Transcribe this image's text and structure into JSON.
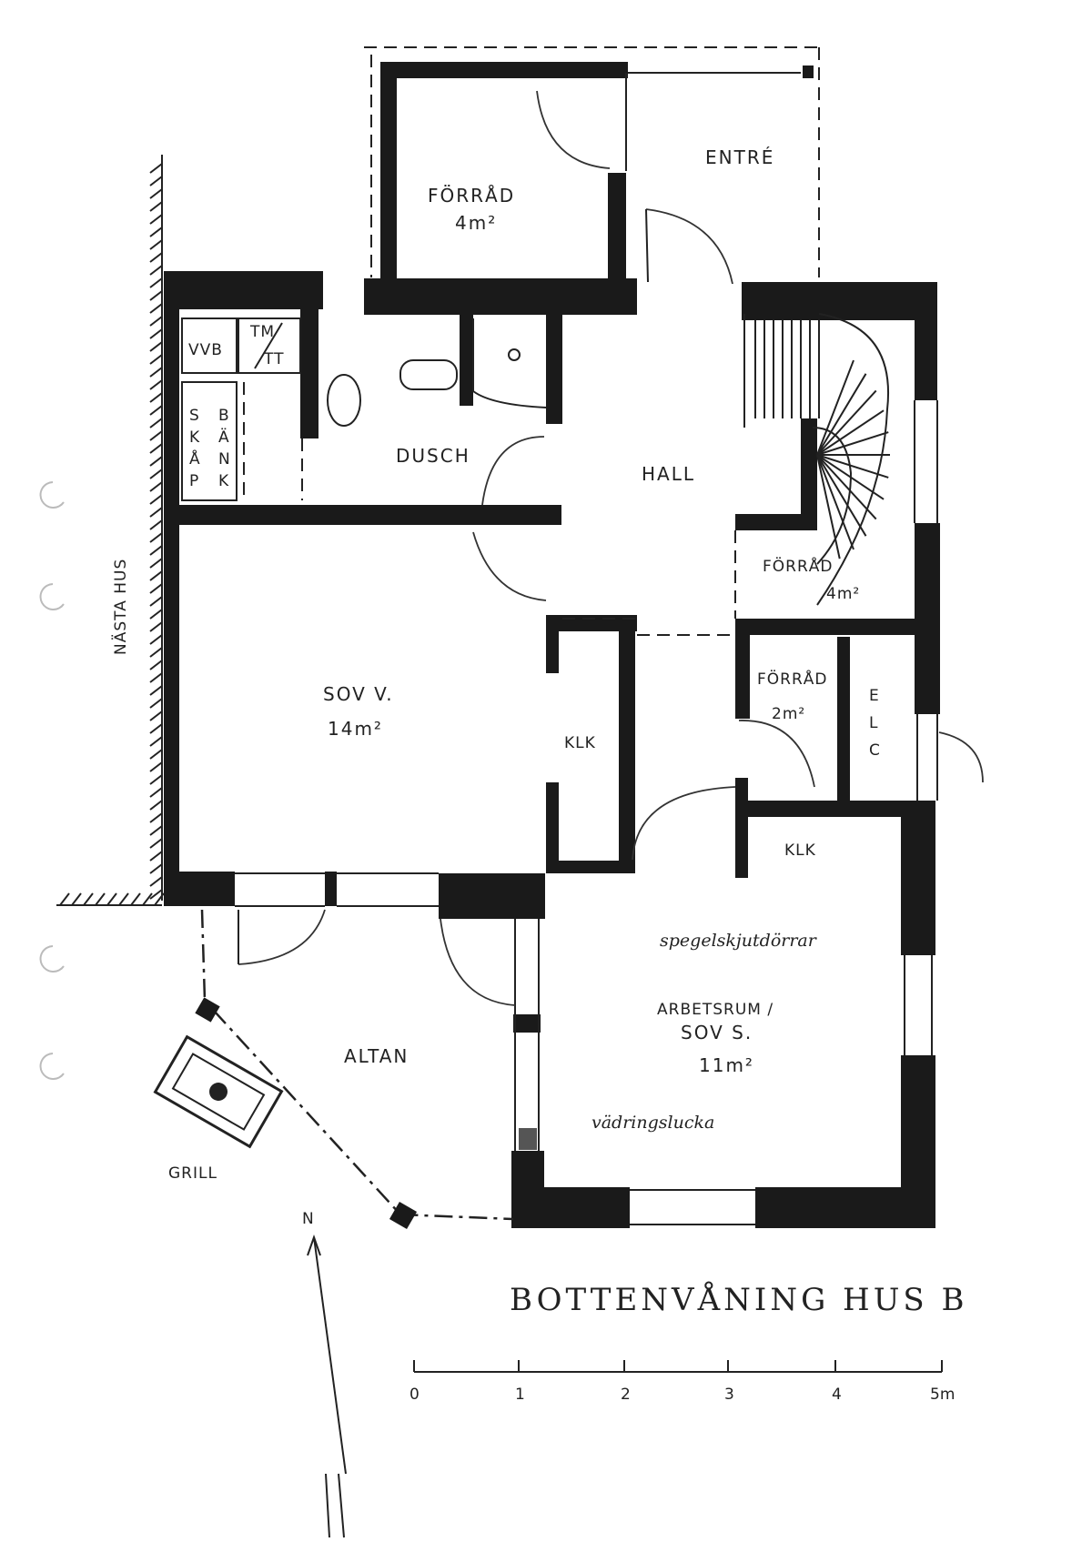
{
  "title": "BOTTENVÅNING HUS B",
  "neighbor_label": "NÄSTA HUS",
  "rooms": {
    "forrad_top": {
      "name": "FÖRRÅD",
      "area": "4m²"
    },
    "entre": {
      "name": "ENTRÉ"
    },
    "vvb": {
      "name": "VVB"
    },
    "tmtt": {
      "top": "TM",
      "bottom": "TT"
    },
    "skap": {
      "col1": "SKÅP",
      "col2": "BÄNK"
    },
    "dusch": {
      "name": "DUSCH"
    },
    "hall": {
      "name": "HALL"
    },
    "forrad_stair": {
      "name": "FÖRRÅD",
      "area": "4m²"
    },
    "sov_v": {
      "name": "SOV V.",
      "area": "14m²"
    },
    "klk_left": {
      "name": "KLK"
    },
    "forrad_small": {
      "name": "FÖRRÅD",
      "area": "2m²"
    },
    "elc": {
      "name": "ELC"
    },
    "klk_right": {
      "name": "KLK"
    },
    "arbetsrum": {
      "line1": "ARBETSRUM /",
      "line2": "SOV S.",
      "area": "11m²"
    },
    "altan": {
      "name": "ALTAN"
    },
    "grill": {
      "name": "GRILL"
    }
  },
  "annotations": {
    "spegel": "spegelskjutdörrar",
    "vadring": "vädringslucka"
  },
  "north": "N",
  "scale": {
    "ticks": [
      "0",
      "1",
      "2",
      "3",
      "4",
      "5m"
    ]
  }
}
